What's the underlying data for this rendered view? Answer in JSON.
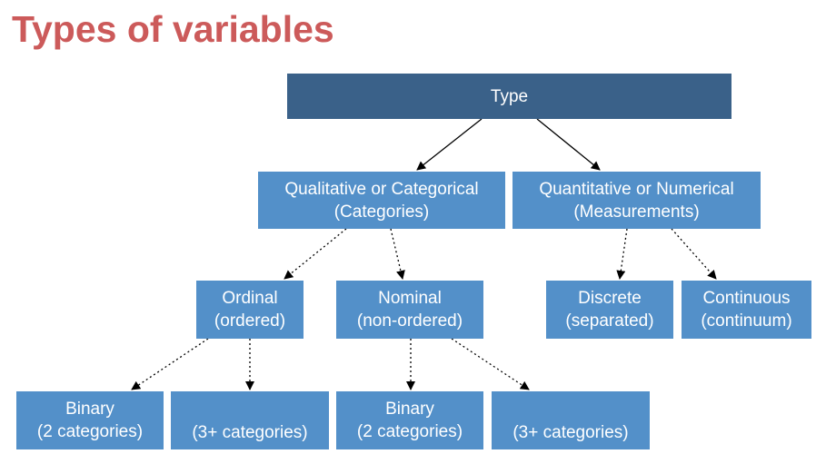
{
  "title": "Types of variables",
  "colors": {
    "title": "#cc5a5a",
    "root_node": "#3a6189",
    "child_node": "#5390c9",
    "node_text": "#ffffff",
    "edge": "#000000"
  },
  "nodes": {
    "type": {
      "line1": "Type"
    },
    "qualitative": {
      "line1": "Qualitative or Categorical",
      "line2": "(Categories)"
    },
    "quantitative": {
      "line1": "Quantitative or Numerical",
      "line2": "(Measurements)"
    },
    "ordinal": {
      "line1": "Ordinal",
      "line2": "(ordered)"
    },
    "nominal": {
      "line1": "Nominal",
      "line2": "(non-ordered)"
    },
    "discrete": {
      "line1": "Discrete",
      "line2": "(separated)"
    },
    "continuous": {
      "line1": "Continuous",
      "line2": "(continuum)"
    },
    "ordinal_binary": {
      "line1": "Binary",
      "line2": "(2 categories)"
    },
    "ordinal_multi": {
      "line1": "(3+ categories)"
    },
    "nominal_binary": {
      "line1": "Binary",
      "line2": "(2 categories)"
    },
    "nominal_multi": {
      "line1": "(3+ categories)"
    }
  },
  "edges": [
    {
      "from": "type",
      "to": "qualitative",
      "style": "solid"
    },
    {
      "from": "type",
      "to": "quantitative",
      "style": "solid"
    },
    {
      "from": "qualitative",
      "to": "ordinal",
      "style": "dotted"
    },
    {
      "from": "qualitative",
      "to": "nominal",
      "style": "dotted"
    },
    {
      "from": "quantitative",
      "to": "discrete",
      "style": "dotted"
    },
    {
      "from": "quantitative",
      "to": "continuous",
      "style": "dotted"
    },
    {
      "from": "ordinal",
      "to": "ordinal_binary",
      "style": "dotted"
    },
    {
      "from": "ordinal",
      "to": "ordinal_multi",
      "style": "dotted"
    },
    {
      "from": "nominal",
      "to": "nominal_binary",
      "style": "dotted"
    },
    {
      "from": "nominal",
      "to": "nominal_multi",
      "style": "dotted"
    }
  ]
}
